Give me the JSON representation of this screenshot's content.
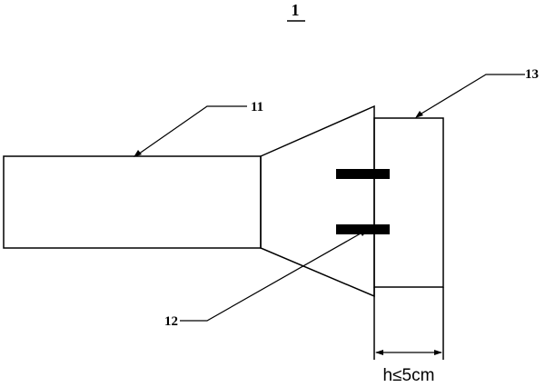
{
  "figure": {
    "number": "1",
    "labels": {
      "body": "11",
      "slots": "12",
      "plate": "13"
    },
    "dimension": "h≤5cm"
  },
  "colors": {
    "stroke": "#000000",
    "background": "#ffffff"
  }
}
